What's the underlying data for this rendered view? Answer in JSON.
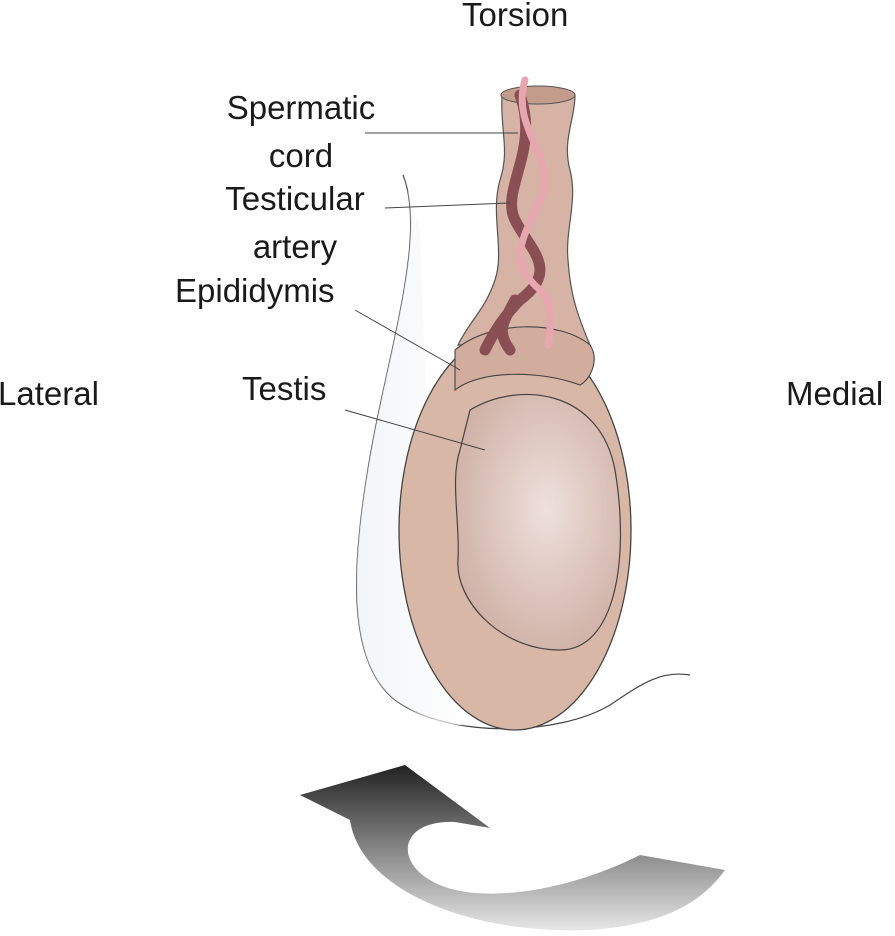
{
  "title": "Torsion",
  "labels": {
    "spermatic_cord_1": "Spermatic",
    "spermatic_cord_2": "cord",
    "testicular_artery_1": "Testicular",
    "testicular_artery_2": "artery",
    "epididymis": "Epididymis",
    "testis": "Testis",
    "lateral": "Lateral",
    "medial": "Medial"
  },
  "colors": {
    "tissue": "#d9b8a8",
    "testis": "#e6d0c8",
    "artery": "#8a4f55",
    "vein": "#e8a6b0",
    "arrow_dark": "#2a2a2a",
    "arrow_light": "#e0e0e0"
  }
}
